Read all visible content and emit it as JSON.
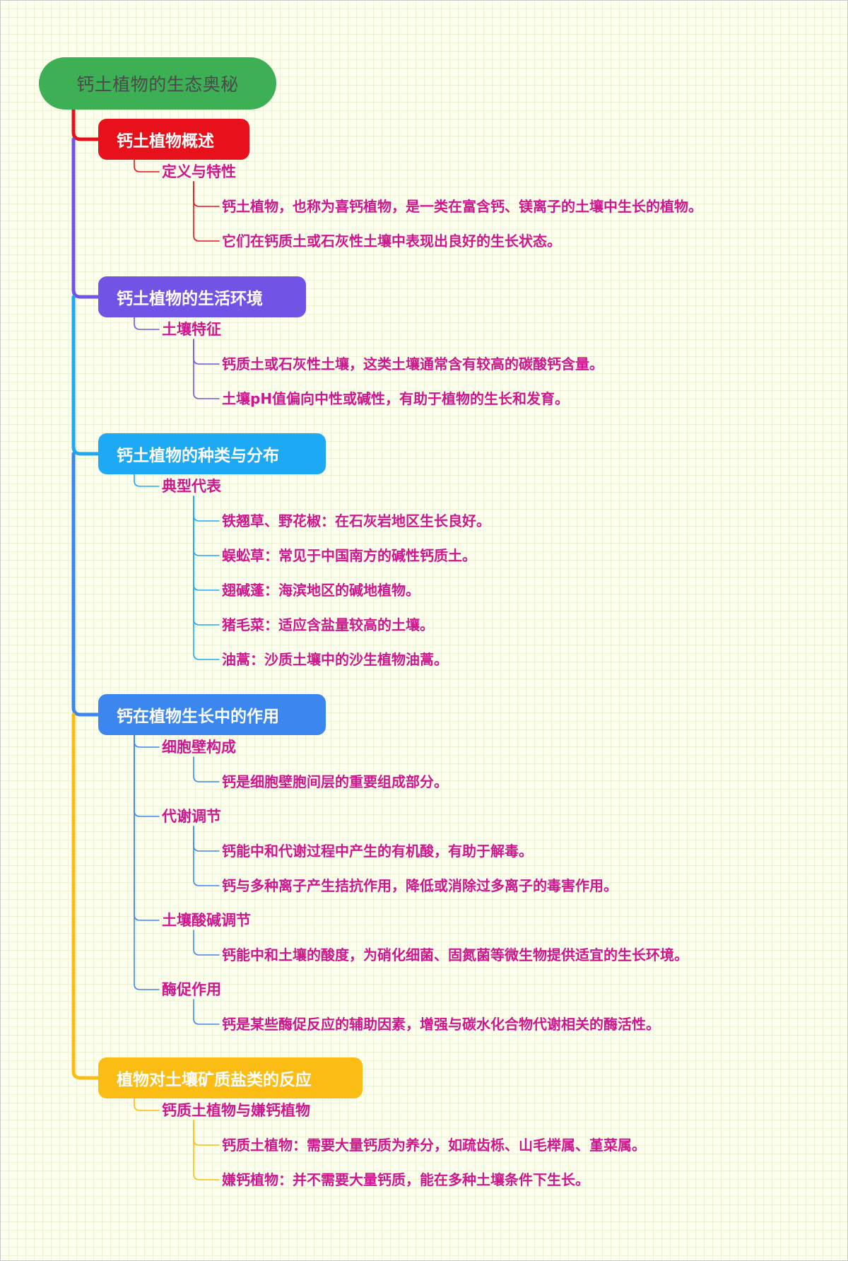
{
  "root": {
    "label": "钙土植物的生态奥秘"
  },
  "sections": [
    {
      "label": "钙土植物概述",
      "color": "#e8101a",
      "subtopics": [
        {
          "label": "定义与特性",
          "items": [
            "钙土植物，也称为喜钙植物，是一类在富含钙、镁离子的土壤中生长的植物。",
            "它们在钙质土或石灰性土壤中表现出良好的生长状态。"
          ]
        }
      ]
    },
    {
      "label": "钙土植物的生活环境",
      "color": "#7153e6",
      "subtopics": [
        {
          "label": "土壤特征",
          "items": [
            "钙质土或石灰性土壤，这类土壤通常含有较高的碳酸钙含量。",
            "土壤pH值偏向中性或碱性，有助于植物的生长和发育。"
          ]
        }
      ]
    },
    {
      "label": "钙土植物的种类与分布",
      "color": "#1ea9f5",
      "subtopics": [
        {
          "label": "典型代表",
          "items": [
            "铁翘草、野花椒：在石灰岩地区生长良好。",
            "蜈蚣草：常见于中国南方的碱性钙质土。",
            "翅碱蓬：海滨地区的碱地植物。",
            "猪毛菜：适应含盐量较高的土壤。",
            "油蒿：沙质土壤中的沙生植物油蒿。"
          ]
        }
      ]
    },
    {
      "label": "钙在植物生长中的作用",
      "color": "#3c86f0",
      "subtopics": [
        {
          "label": "细胞壁构成",
          "items": [
            "钙是细胞壁胞间层的重要组成部分。"
          ]
        },
        {
          "label": "代谢调节",
          "items": [
            "钙能中和代谢过程中产生的有机酸，有助于解毒。",
            "钙与多种离子产生拮抗作用，降低或消除过多离子的毒害作用。"
          ]
        },
        {
          "label": "土壤酸碱调节",
          "items": [
            "钙能中和土壤的酸度，为硝化细菌、固氮菌等微生物提供适宜的生长环境。"
          ]
        },
        {
          "label": "酶促作用",
          "items": [
            "钙是某些酶促反应的辅助因素，增强与碳水化合物代谢相关的酶活性。"
          ]
        }
      ]
    },
    {
      "label": "植物对土壤矿质盐类的反应",
      "color": "#fbbd13",
      "subtopics": [
        {
          "label": "钙质土植物与嫌钙植物",
          "items": [
            "钙质土植物：需要大量钙质为养分，如疏齿栎、山毛榉属、堇菜属。",
            "嫌钙植物：并不需要大量钙质，能在多种土壤条件下生长。"
          ]
        }
      ]
    }
  ]
}
